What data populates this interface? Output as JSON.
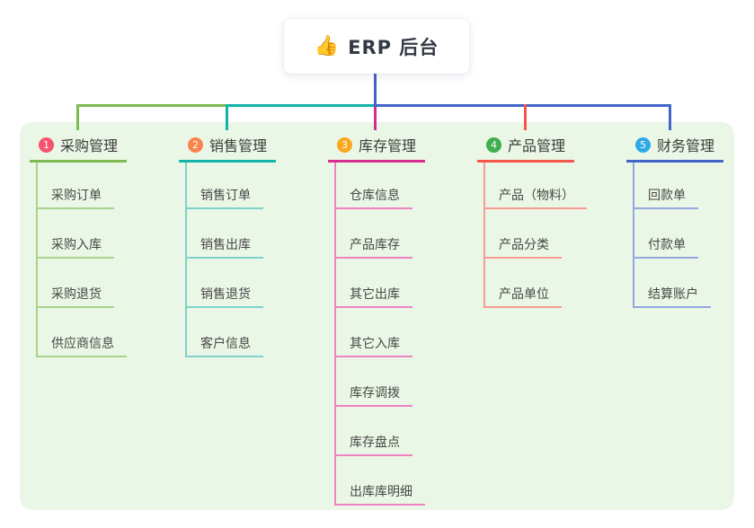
{
  "root": {
    "icon": "👍",
    "label": "ERP 后台"
  },
  "panel_color": "#ebf7e6",
  "root_line_color": "#4a5fc8",
  "branches": [
    {
      "badge": "1",
      "label": "采购管理",
      "badge_color": "#f5536e",
      "line_color": "#7cbb50",
      "child_line_color": "#a9d48f",
      "children": [
        "采购订单",
        "采购入库",
        "采购退货",
        "供应商信息"
      ]
    },
    {
      "badge": "2",
      "label": "销售管理",
      "badge_color": "#f8844c",
      "line_color": "#14b3a9",
      "child_line_color": "#7fd2ca",
      "children": [
        "销售订单",
        "销售出库",
        "销售退货",
        "客户信息"
      ]
    },
    {
      "badge": "3",
      "label": "库存管理",
      "badge_color": "#f9a91e",
      "line_color": "#d62d8d",
      "child_line_color": "#ee82c2",
      "children": [
        "仓库信息",
        "产品库存",
        "其它出库",
        "其它入库",
        "库存调拨",
        "库存盘点",
        "出库库明细"
      ]
    },
    {
      "badge": "4",
      "label": "产品管理",
      "badge_color": "#3fae4f",
      "line_color": "#f4564c",
      "child_line_color": "#f79c92",
      "children": [
        "产品（物料）",
        "产品分类",
        "产品单位"
      ]
    },
    {
      "badge": "5",
      "label": "财务管理",
      "badge_color": "#2ea9e5",
      "line_color": "#4364c9",
      "child_line_color": "#94a8e0",
      "children": [
        "回款单",
        "付款单",
        "结算账户"
      ]
    }
  ]
}
